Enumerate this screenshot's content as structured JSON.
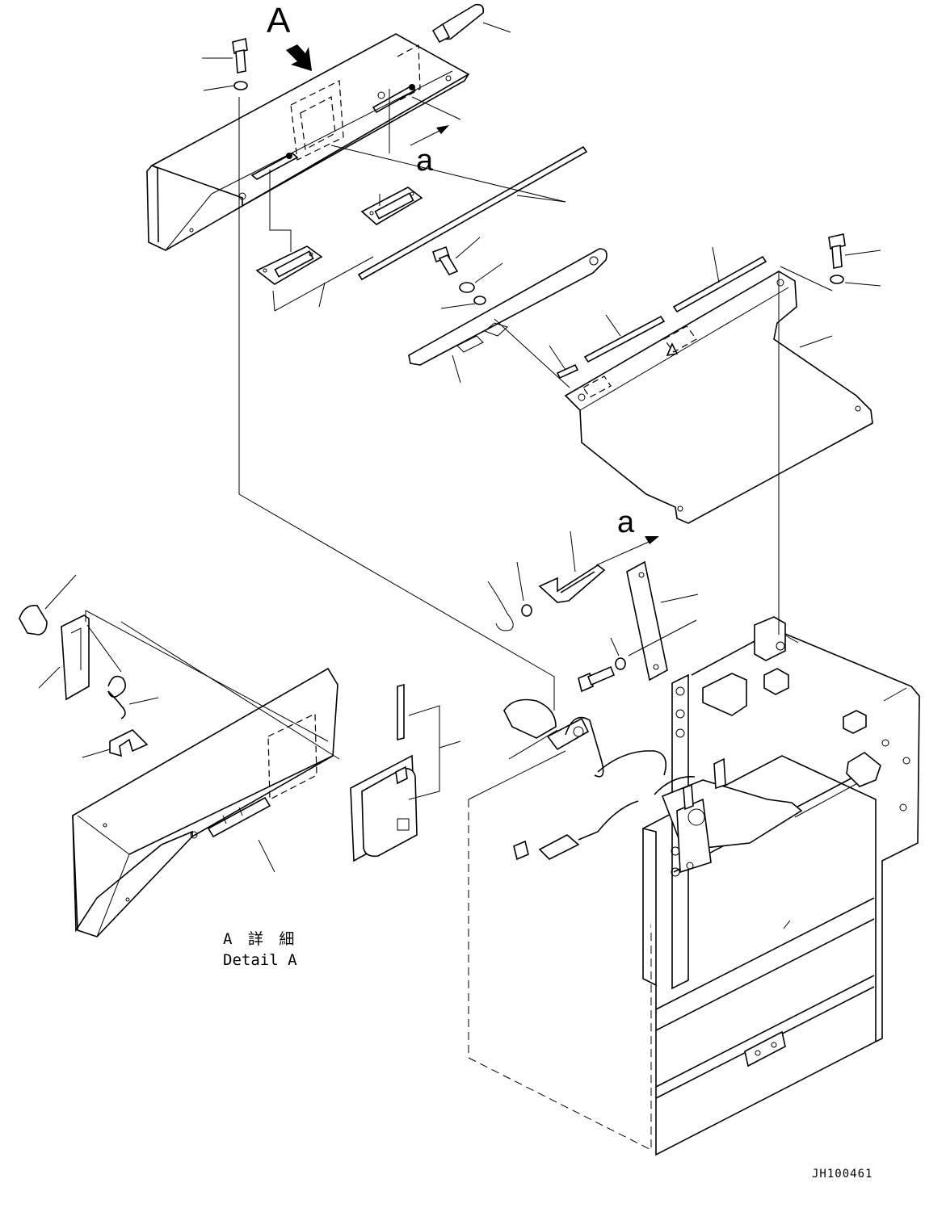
{
  "labels": {
    "view_marker": "A",
    "arrow_marker_1": "a",
    "arrow_marker_2": "a",
    "detail_japanese": "A 詳 細",
    "detail_english": "Detail A",
    "drawing_number": "JH100461"
  }
}
